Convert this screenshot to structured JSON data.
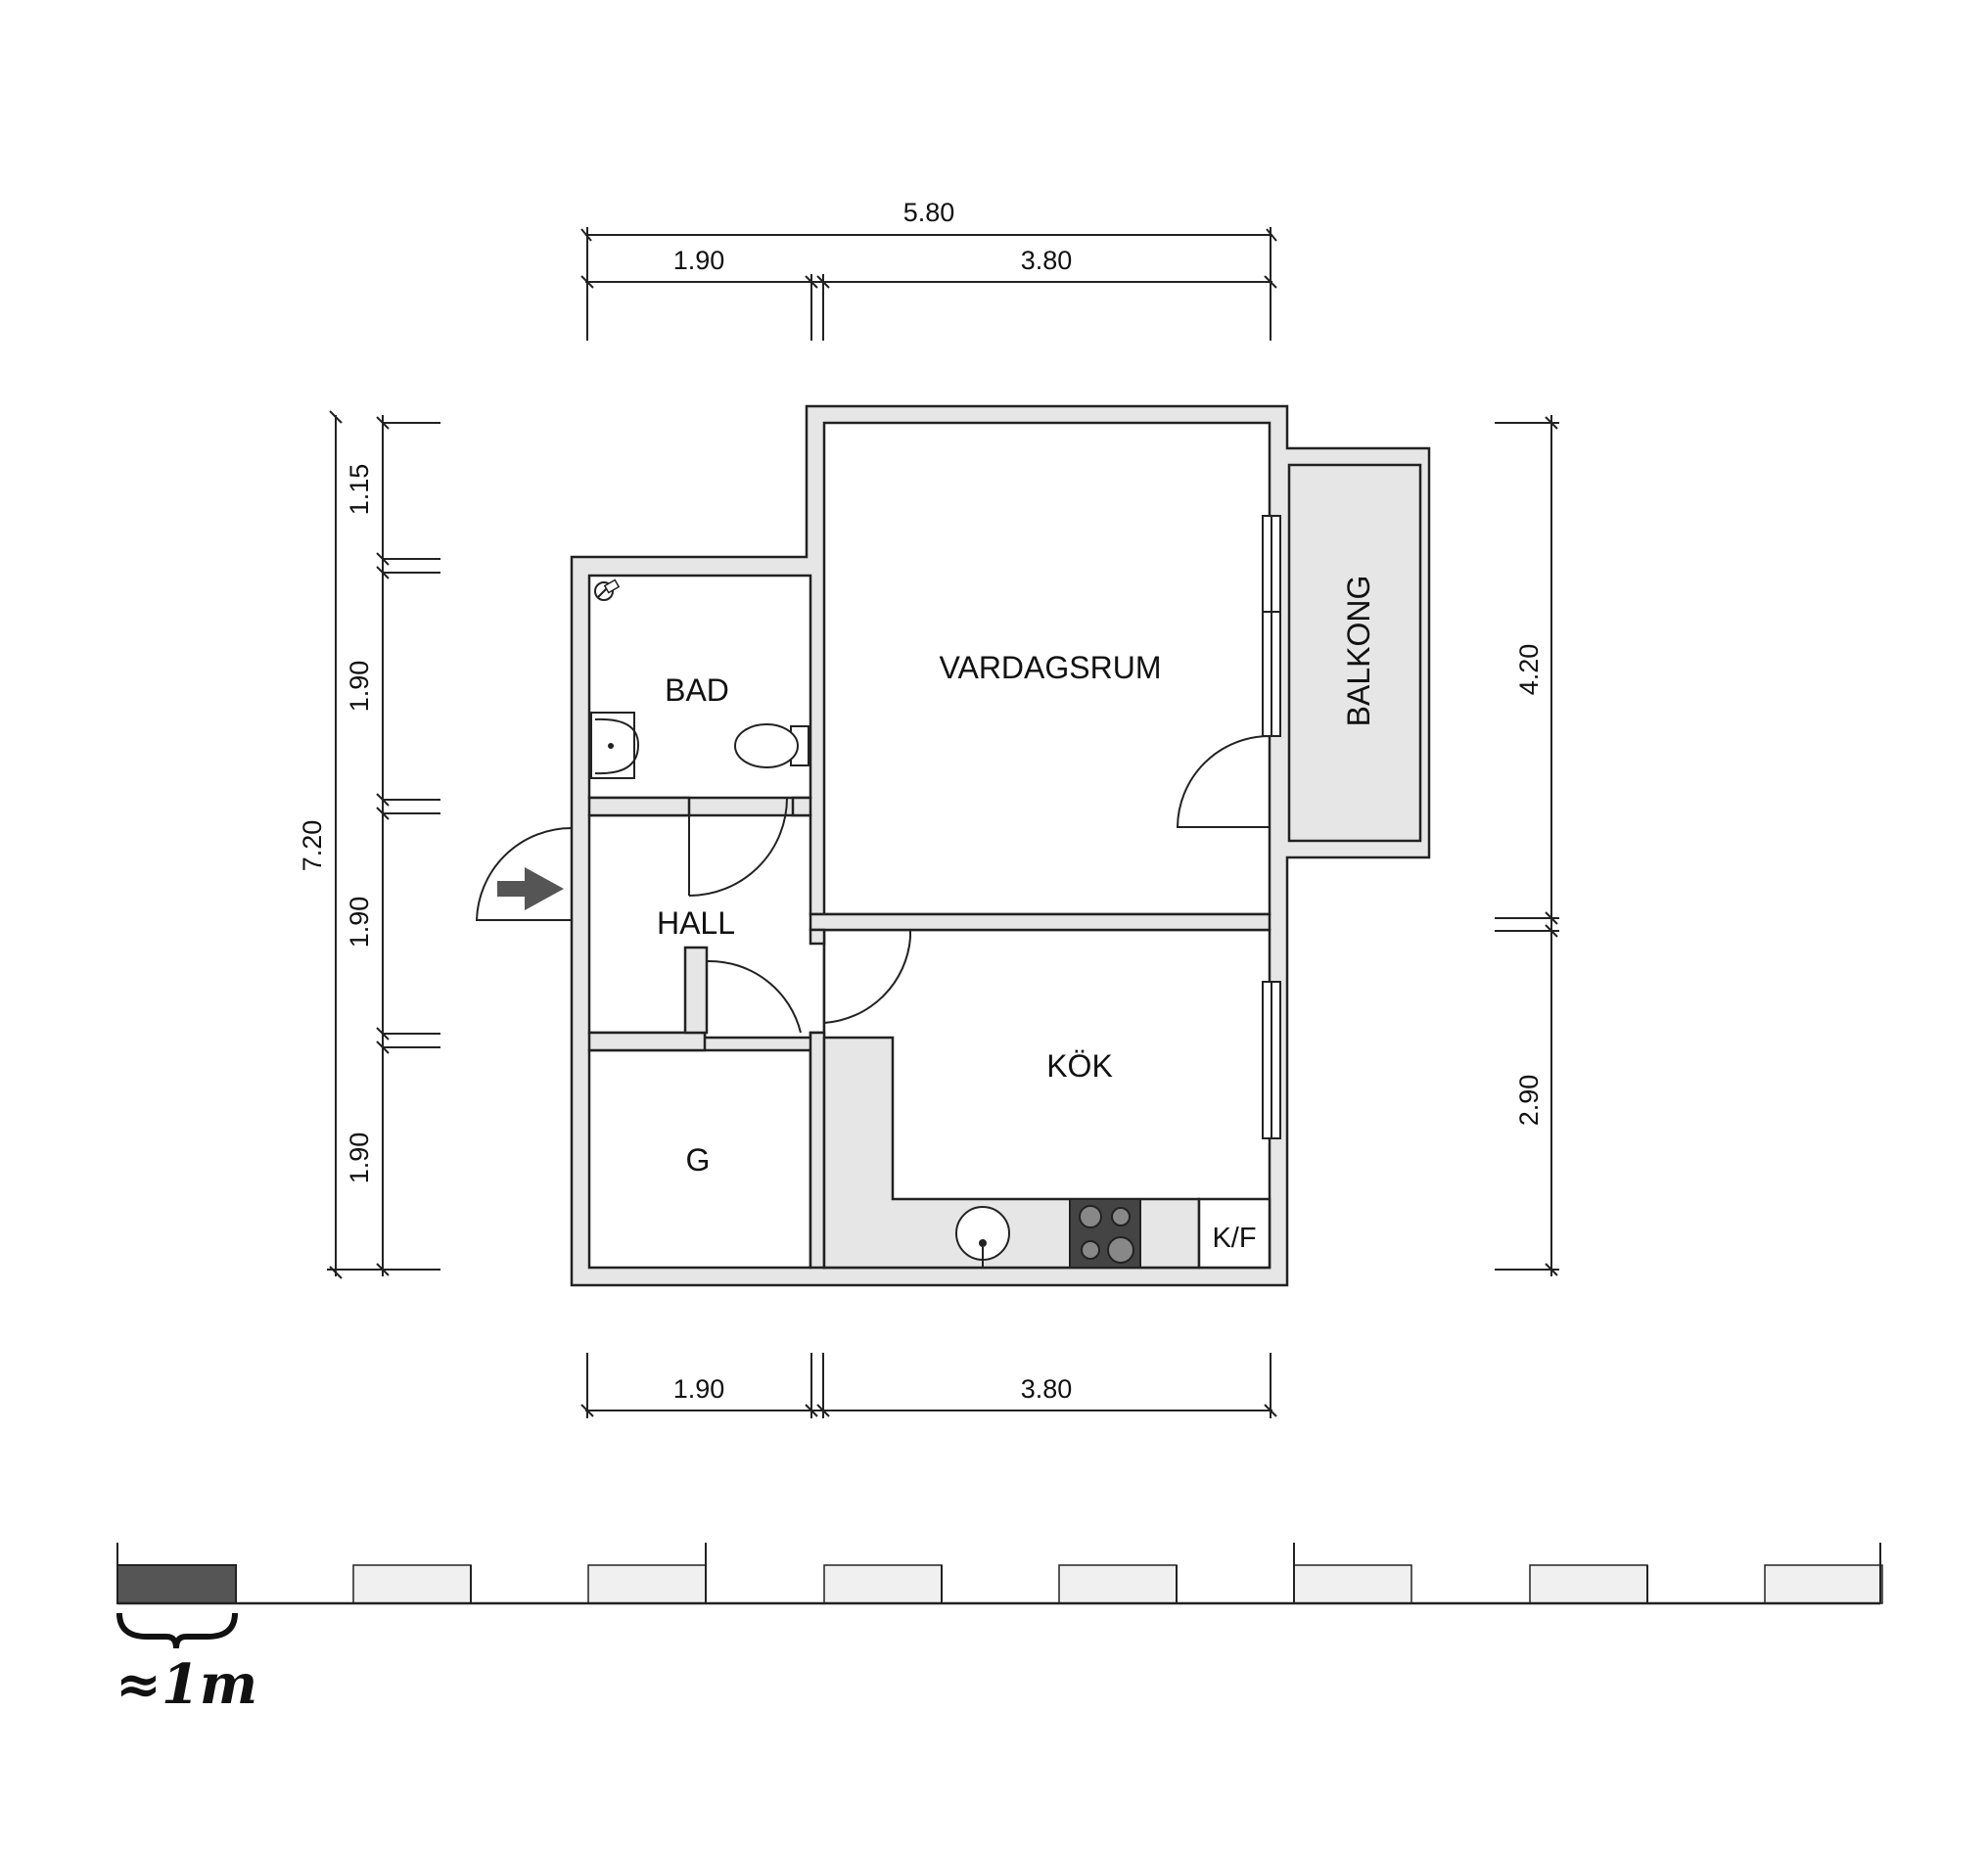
{
  "rooms": {
    "bad": "BAD",
    "vardagsrum": "VARDAGSRUM",
    "balkong": "BALKONG",
    "hall": "HALL",
    "kok": "KÖK",
    "g": "G",
    "kf": "K/F"
  },
  "dimensions": {
    "top_total": "5.80",
    "top_left": "1.90",
    "top_right": "3.80",
    "bottom_left": "1.90",
    "bottom_right": "3.80",
    "left_total": "7.20",
    "left_1": "1.15",
    "left_2": "1.90",
    "left_3": "1.90",
    "left_4": "1.90",
    "right_top": "4.20",
    "right_bottom": "2.90"
  },
  "scale": {
    "label": "≈1m"
  },
  "colors": {
    "wall_fill": "#e6e6e6",
    "stroke": "#222222",
    "entrance_arrow": "#555555",
    "scale_dark": "#555555",
    "scale_light": "#f0f0f0"
  }
}
